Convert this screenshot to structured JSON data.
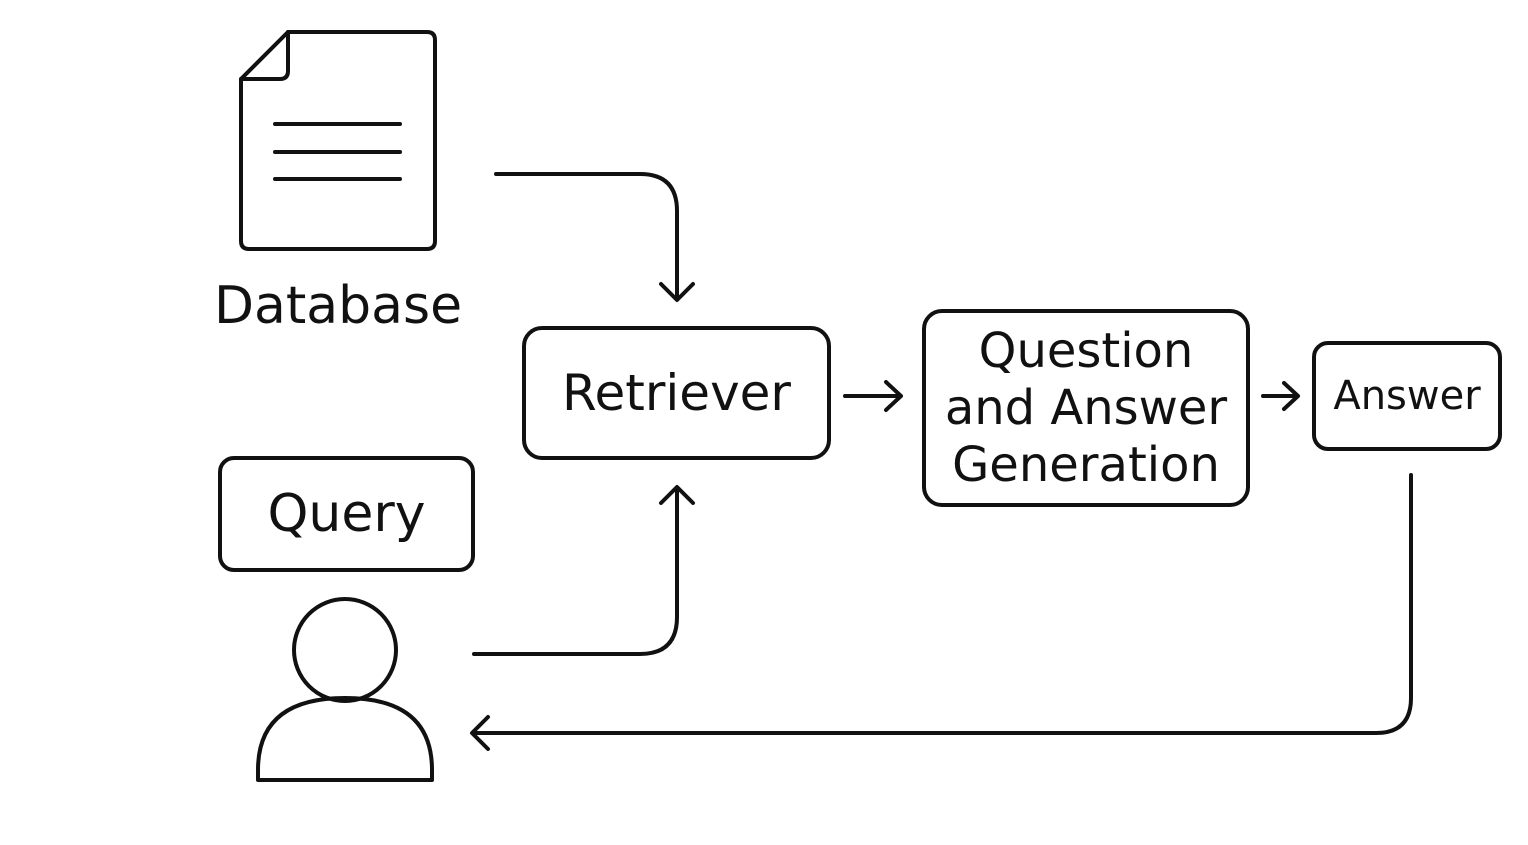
{
  "nodes": {
    "database": {
      "label": "Database",
      "icon": "document-icon"
    },
    "query": {
      "label": "Query"
    },
    "user": {
      "icon": "user-icon"
    },
    "retriever": {
      "label": "Retriever"
    },
    "qa_generation": {
      "label_lines": [
        "Question",
        "and Answer",
        "Generation"
      ]
    },
    "answer": {
      "label": "Answer"
    }
  },
  "edges": [
    {
      "from": "database",
      "to": "retriever"
    },
    {
      "from": "user",
      "to": "retriever"
    },
    {
      "from": "retriever",
      "to": "qa_generation"
    },
    {
      "from": "qa_generation",
      "to": "answer"
    },
    {
      "from": "answer",
      "to": "user"
    }
  ],
  "colors": {
    "stroke": "#111111",
    "background": "#ffffff"
  }
}
